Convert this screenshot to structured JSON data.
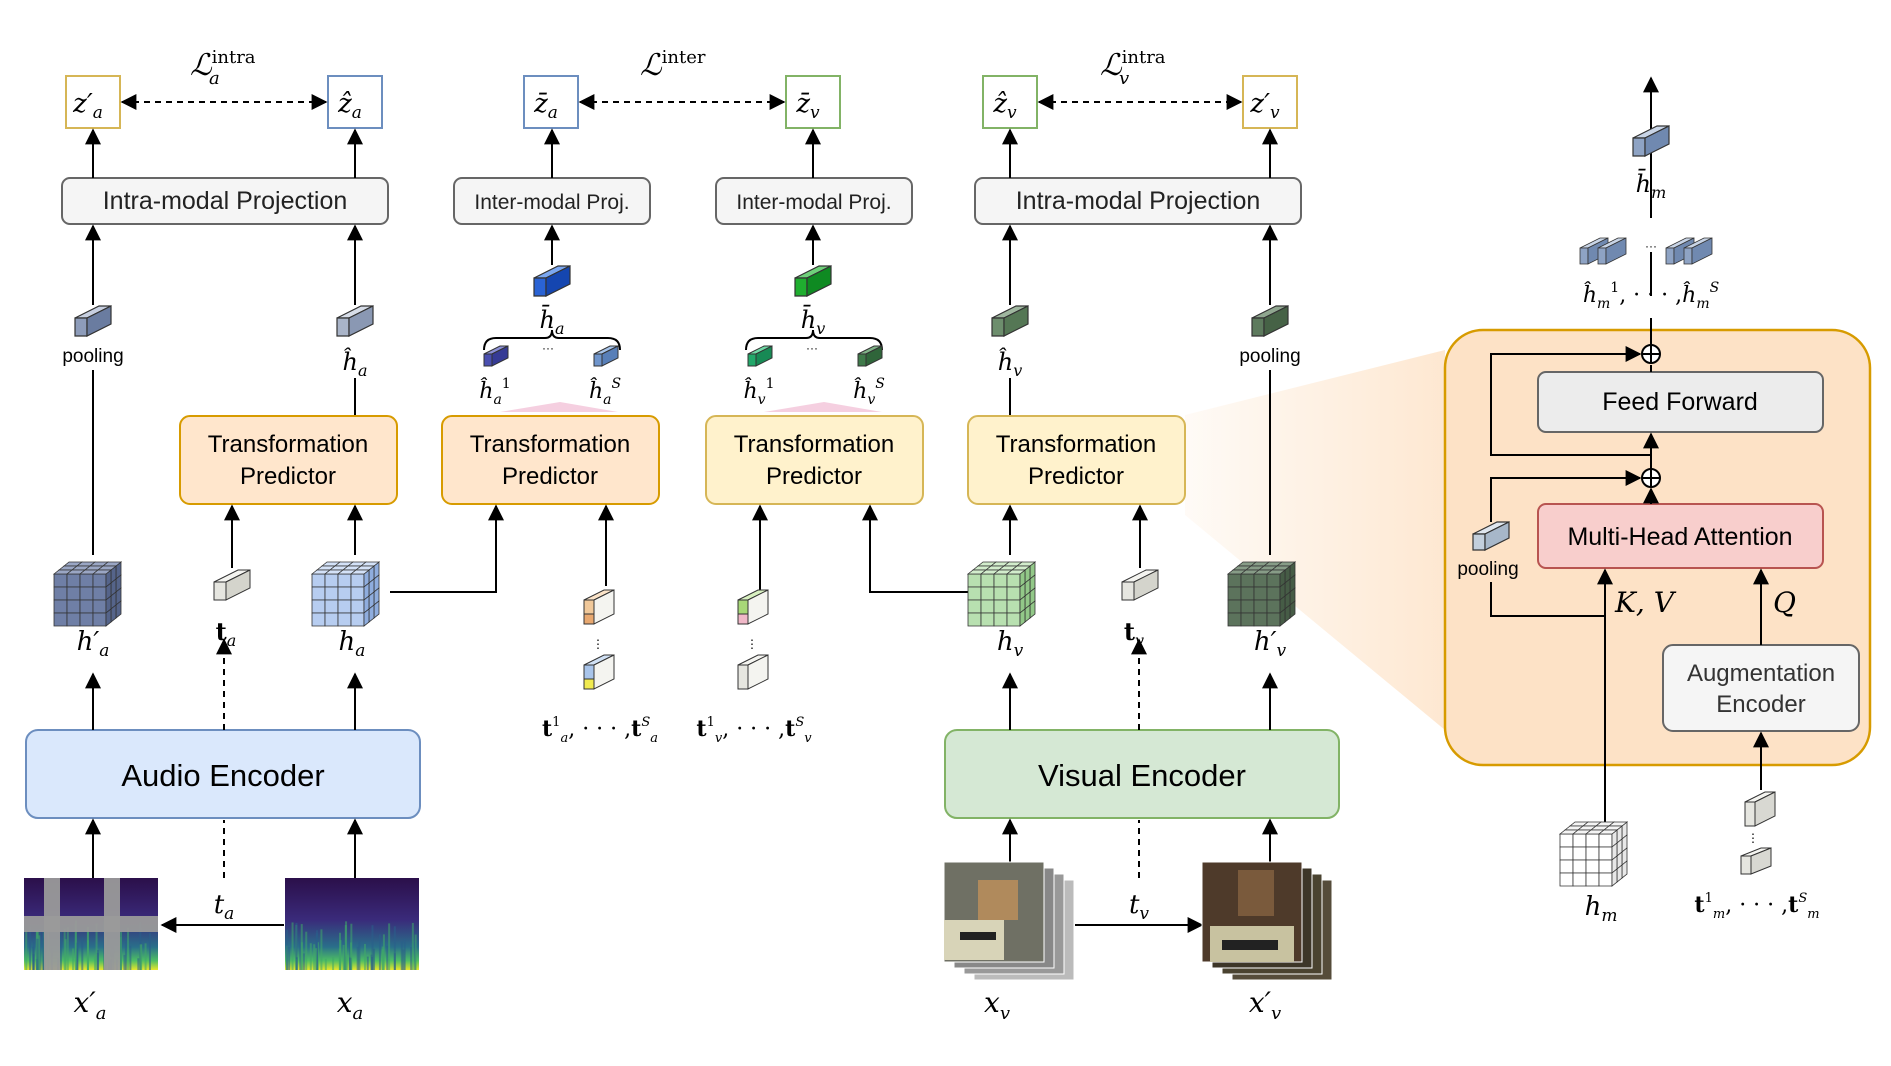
{
  "colors": {
    "audio_encoder_fill": "#dae8fc",
    "audio_encoder_stroke": "#6c8ebf",
    "visual_encoder_fill": "#d5e8d4",
    "visual_encoder_stroke": "#82b366",
    "predictor_orange_fill": "#ffe6cc",
    "predictor_orange_stroke": "#d79b00",
    "predictor_yellow_fill": "#fff2cc",
    "predictor_yellow_stroke": "#d6b656",
    "mha_fill": "#f8cecc",
    "mha_stroke": "#b85450",
    "panel_fill": "#fde2c6",
    "panel_stroke": "#d79b00",
    "gray_box_fill": "#f5f5f5",
    "gray_box_stroke": "#666666"
  },
  "blocks": {
    "audio_encoder": "Audio Encoder",
    "visual_encoder": "Visual Encoder",
    "intra_proj_left": "Intra-modal Projection",
    "intra_proj_right": "Intra-modal Projection",
    "inter_proj_a": "Inter-modal Proj.",
    "inter_proj_v": "Inter-modal Proj.",
    "tp1_line1": "Transformation",
    "tp1_line2": "Predictor",
    "tp2_line1": "Transformation",
    "tp2_line2": "Predictor",
    "tp3_line1": "Transformation",
    "tp3_line2": "Predictor",
    "tp4_line1": "Transformation",
    "tp4_line2": "Predictor",
    "feed_forward": "Feed Forward",
    "mha": "Multi-Head Attention",
    "aug_enc_line1": "Augmentation",
    "aug_enc_line2": "Encoder"
  },
  "labels": {
    "pooling": "pooling",
    "loss_intra_a": "ℒ",
    "loss_intra_a_sup": "intra",
    "loss_intra_a_sub": "a",
    "loss_inter": "ℒ",
    "loss_inter_sup": "inter",
    "loss_intra_v": "ℒ",
    "loss_intra_v_sup": "intra",
    "loss_intra_v_sub": "v",
    "z_prime_a": "z′",
    "z_hat_a": "ẑ",
    "z_bar_a": "z̄",
    "z_bar_v": "z̄",
    "z_hat_v": "ẑ",
    "z_prime_v": "z′",
    "sub_a": "a",
    "sub_v": "v",
    "sub_m": "m",
    "h_prime": "h′",
    "h": "h",
    "h_hat": "ĥ",
    "h_bar": "h̄",
    "t_bold": "t",
    "t": "t",
    "x_prime": "x′",
    "x": "x",
    "sup_1": "1",
    "sup_S": "S",
    "dots_comma": ", · · · ,",
    "ellipsis_small": "···",
    "vdots": "⋮",
    "K_V": "K, V",
    "Q": "Q",
    "plus": "+"
  }
}
